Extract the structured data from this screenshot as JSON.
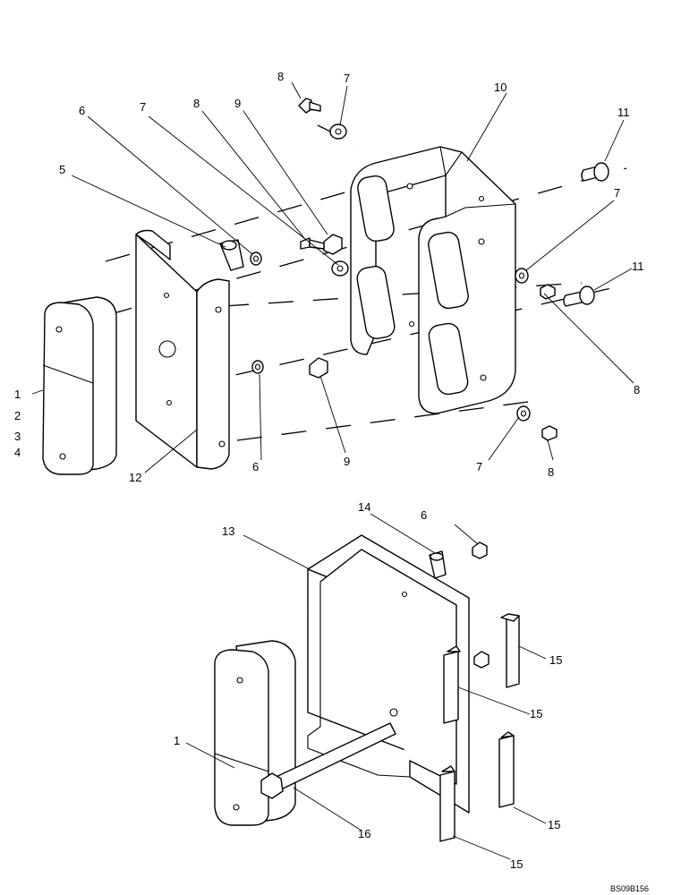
{
  "figure_ref": "BS09B156",
  "callouts": [
    "1",
    "2",
    "3",
    "4",
    "5",
    "6",
    "7",
    "8",
    "9",
    "10",
    "11",
    "12",
    "13",
    "14",
    "15",
    "16"
  ]
}
